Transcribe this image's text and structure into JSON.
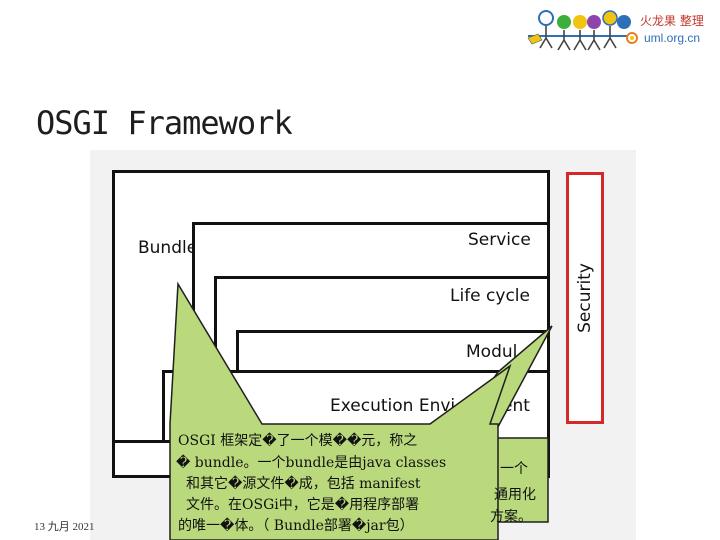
{
  "logo": {
    "title": "火龙果 整理",
    "url": "uml.org.cn"
  },
  "slide": {
    "title": "OSGI Framework",
    "date": "13 九月 2021"
  },
  "diagram": {
    "bundles_label": "Bundles",
    "layers": {
      "service": "Service",
      "lifecycle": "Life cycle",
      "module": "Modul",
      "execution": "Execution Envi",
      "execution_tail": "ent"
    },
    "security_label": "Security"
  },
  "callout_back": {
    "line1": "一个",
    "line2": "通用化",
    "line3": "方案。"
  },
  "callout_front": {
    "line1": "OSGI 框架定�了一个模��元，称之",
    "line2": "� bundle。一个bundle是由java classes",
    "line3": "和其它�源文件�成，包括 manifest",
    "line4": "文件。在OSGi中，它是�用程序部署",
    "line5": "的唯一�体。（ Bundle部署�jar包）"
  },
  "colors": {
    "callout_fill": "#b9d97c",
    "callout_stroke": "#1f1f1f",
    "security_border": "#d62828",
    "logo_red": "#c0392b",
    "logo_blue": "#2e6fb8"
  }
}
